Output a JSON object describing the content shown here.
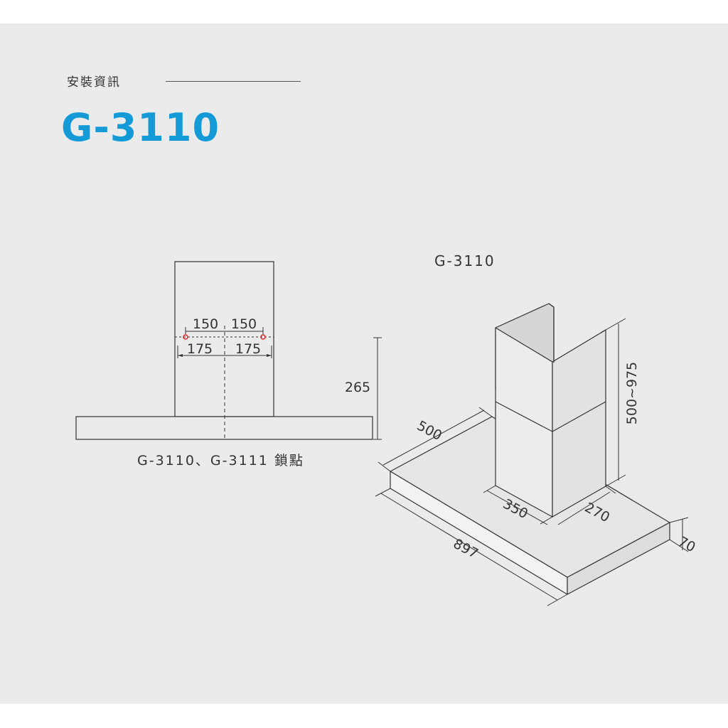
{
  "header": {
    "section_label": "安裝資訊",
    "model": "G-3110",
    "accent_color": "#159ad8"
  },
  "front_view": {
    "dim_top_left": "150",
    "dim_top_right": "150",
    "dim_bottom_left": "175",
    "dim_bottom_right": "175",
    "dim_height": "265",
    "caption": "G-3110、G-3111 鎖點",
    "marker_color": "#d9262c"
  },
  "iso_view": {
    "title": "G-3110",
    "dim_depth": "500",
    "dim_chimney_height": "500~975",
    "dim_chimney_width": "350",
    "dim_chimney_depth": "270",
    "dim_width": "897",
    "dim_thickness": "70"
  }
}
